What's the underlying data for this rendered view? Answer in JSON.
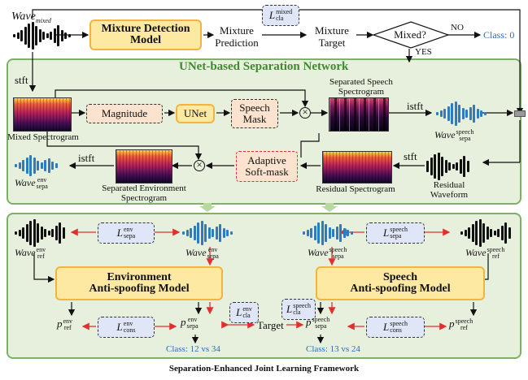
{
  "top": {
    "wave_mixed": "Wave",
    "wave_mixed_sub": "mixed",
    "mixture_detection_model": "Mixture Detection Model",
    "mixture_prediction_1": "Mixture",
    "mixture_prediction_2": "Prediction",
    "loss_cla_mixed_sym": "L",
    "loss_cla_mixed_sup": "mixed",
    "loss_cla_mixed_sub": "cla",
    "mixture_target_1": "Mixture",
    "mixture_target_2": "Target",
    "mixed_question": "Mixed?",
    "no": "NO",
    "yes": "YES",
    "class0": "Class: 0"
  },
  "unet": {
    "title": "UNet-based Separation Network",
    "stft_left": "stft",
    "mixed_spectrogram": "Mixed Spectrogram",
    "magnitude": "Magnitude",
    "unet": "UNet",
    "speech_mask_1": "Speech",
    "speech_mask_2": "Mask",
    "sep_speech_spec_1": "Separated Speech",
    "sep_speech_spec_2": "Spectrogram",
    "istft_right": "istft",
    "wave_sepa_speech": "Wave",
    "wave_sepa_speech_sup": "speech",
    "wave_sepa_speech_sub": "sepa",
    "adaptive_1": "Adaptive",
    "adaptive_2": "Soft-mask",
    "stft_right": "stft",
    "residual_spectrogram": "Residual Spectrogram",
    "residual_waveform_1": "Residual",
    "residual_waveform_2": "Waveform",
    "istft_left": "istft",
    "wave_sepa_env": "Wave",
    "wave_sepa_env_sup": "env",
    "wave_sepa_env_sub": "sepa",
    "sep_env_spec_1": "Separated Environment",
    "sep_env_spec_2": "Spectrogram"
  },
  "bottom": {
    "wave_ref_env": "Wave",
    "wave_ref_env_sup": "env",
    "wave_ref_env_sub": "ref",
    "loss_sepa_env": "L",
    "loss_sepa_env_sup": "env",
    "loss_sepa_env_sub": "sepa",
    "wave_sepa_env": "Wave",
    "wave_sepa_env_sup": "env",
    "wave_sepa_env_sub": "sepa",
    "env_model_1": "Environment",
    "env_model_2": "Anti-spoofing Model",
    "p_ref_env": "p",
    "p_ref_env_sup": "env",
    "p_ref_env_sub": "ref",
    "loss_cons_env": "L",
    "loss_cons_env_sup": "env",
    "loss_cons_env_sub": "cons",
    "p_sepa_env": "p",
    "p_sepa_env_sup": "env",
    "p_sepa_env_sub": "sepa",
    "loss_cla_env": "L",
    "loss_cla_env_sup": "env",
    "loss_cla_env_sub": "cla",
    "target": "Target",
    "class_env": "Class: 12 vs 34",
    "wave_sepa_speech": "Wave",
    "wave_sepa_speech_sup": "speech",
    "wave_sepa_speech_sub": "sepa",
    "loss_sepa_speech": "L",
    "loss_sepa_speech_sup": "speech",
    "loss_sepa_speech_sub": "sepa",
    "wave_ref_speech": "Wave",
    "wave_ref_speech_sup": "speech",
    "wave_ref_speech_sub": "ref",
    "speech_model_1": "Speech",
    "speech_model_2": "Anti-spoofing Model",
    "loss_cla_speech": "L",
    "loss_cla_speech_sup": "speech",
    "loss_cla_speech_sub": "cla",
    "p_sepa_speech": "p",
    "p_sepa_speech_sup": "speech",
    "p_sepa_speech_sub": "sepa",
    "loss_cons_speech": "L",
    "loss_cons_speech_sup": "speech",
    "loss_cons_speech_sub": "cons",
    "p_ref_speech": "p",
    "p_ref_speech_sup": "speech",
    "p_ref_speech_sub": "ref",
    "class_speech": "Class: 13 vs 24"
  },
  "caption": "Separation-Enhanced Joint Learning Framework",
  "colors": {
    "panel_bg": "#e7f0dc",
    "panel_border": "#7fb069",
    "model_fill": "#fde9a2",
    "model_border": "#f2b43c",
    "loss_fill": "#dfe6f7",
    "wave_blue": "#2e7bc0",
    "wave_black": "#111111",
    "arrow_red": "#e03030",
    "class_blue": "#2e6db4"
  }
}
